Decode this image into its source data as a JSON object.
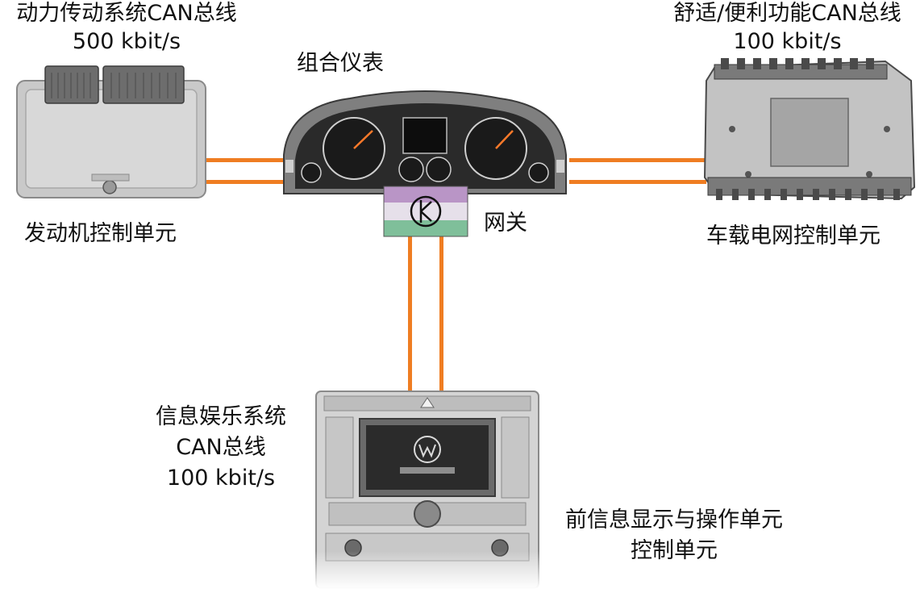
{
  "buses": {
    "powertrain": {
      "name": "动力传动系统CAN总线",
      "speed": "500 kbit/s"
    },
    "comfort": {
      "name": "舒适/便利功能CAN总线",
      "speed": "100 kbit/s"
    },
    "infotainment": {
      "name_line1": "信息娱乐系统",
      "name_line2": "CAN总线",
      "speed": "100 kbit/s"
    }
  },
  "modules": {
    "engine_ecu": "发动机控制单元",
    "instrument_cluster": "组合仪表",
    "gateway": "网关",
    "onboard_supply_ecu": "车载电网控制单元",
    "front_display_line1": "前信息显示与操作单元",
    "front_display_line2": "控制单元"
  },
  "colors": {
    "bus_wire": "#ef7d22",
    "gateway_purple": "#b995c6",
    "gateway_green": "#7fbf9a"
  }
}
